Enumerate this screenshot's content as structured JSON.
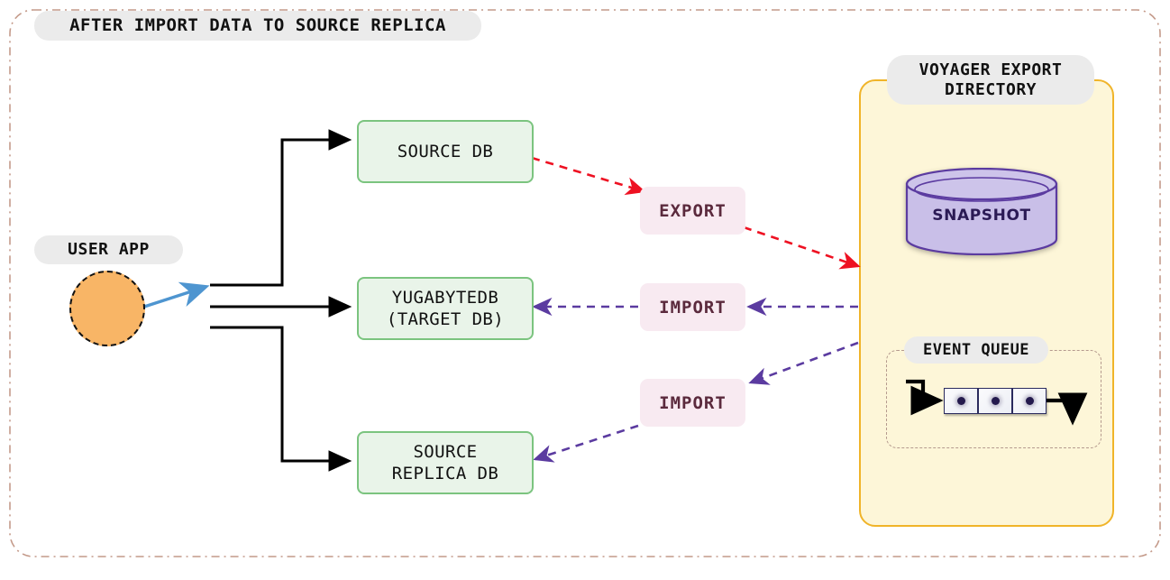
{
  "diagram": {
    "title": "AFTER IMPORT DATA TO SOURCE REPLICA",
    "type": "architecture-flow"
  },
  "colors": {
    "outer_frame_border": "#c49a8a",
    "pill_background": "#ebebeb",
    "pill_text": "#111111",
    "db_box_fill": "#e9f4e9",
    "db_box_border": "#7bc47f",
    "voyager_panel_fill": "#fdf6d8",
    "voyager_panel_border": "#f0b429",
    "action_label_fill": "#f8eaf1",
    "action_label_text": "#5b2a3d",
    "user_app_fill": "#f8b566",
    "user_app_border": "#111111",
    "export_arrow": "#ee1122",
    "import_arrow": "#5b3ba0",
    "user_arrow": "#4e95d0",
    "flow_arrow": "#000000",
    "snapshot_fill": "#c9bfe8",
    "snapshot_border": "#5b3ba0",
    "snapshot_text": "#2b1a55",
    "queue_cell_border": "#2b2b5e",
    "queue_dot": "#241a4d",
    "event_queue_border": "#b59a8e"
  },
  "user_app": {
    "label": "USER APP",
    "shape": "circle"
  },
  "databases": [
    {
      "id": "source-db",
      "label": "SOURCE DB"
    },
    {
      "id": "target-db",
      "label": "YUGABYTEDB\n(TARGET DB)"
    },
    {
      "id": "source-replica-db",
      "label": "SOURCE\nREPLICA DB"
    }
  ],
  "actions": [
    {
      "id": "export",
      "label": "EXPORT"
    },
    {
      "id": "import-target",
      "label": "IMPORT"
    },
    {
      "id": "import-replica",
      "label": "IMPORT"
    }
  ],
  "voyager": {
    "title": "VOYAGER EXPORT\nDIRECTORY",
    "snapshot": {
      "label": "SNAPSHOT",
      "shape": "cylinder"
    },
    "event_queue": {
      "label": "EVENT QUEUE",
      "cells": [
        "event",
        "event",
        "event"
      ],
      "cell_count": 3
    }
  },
  "connections": [
    {
      "from": "user-app",
      "to": "fan-out",
      "style": "solid",
      "color": "#4e95d0"
    },
    {
      "from": "fan-out",
      "to": "source-db",
      "style": "solid",
      "color": "#000000"
    },
    {
      "from": "fan-out",
      "to": "target-db",
      "style": "solid",
      "color": "#000000"
    },
    {
      "from": "fan-out",
      "to": "source-replica-db",
      "style": "solid",
      "color": "#000000"
    },
    {
      "from": "source-db",
      "to": "export",
      "style": "dashed",
      "color": "#ee1122"
    },
    {
      "from": "export",
      "to": "voyager",
      "style": "dashed",
      "color": "#ee1122"
    },
    {
      "from": "voyager",
      "to": "import-target",
      "style": "dashed",
      "color": "#5b3ba0"
    },
    {
      "from": "import-target",
      "to": "target-db",
      "style": "dashed",
      "color": "#5b3ba0"
    },
    {
      "from": "voyager",
      "to": "import-replica",
      "style": "dashed",
      "color": "#5b3ba0"
    },
    {
      "from": "import-replica",
      "to": "source-replica-db",
      "style": "dashed",
      "color": "#5b3ba0"
    }
  ]
}
